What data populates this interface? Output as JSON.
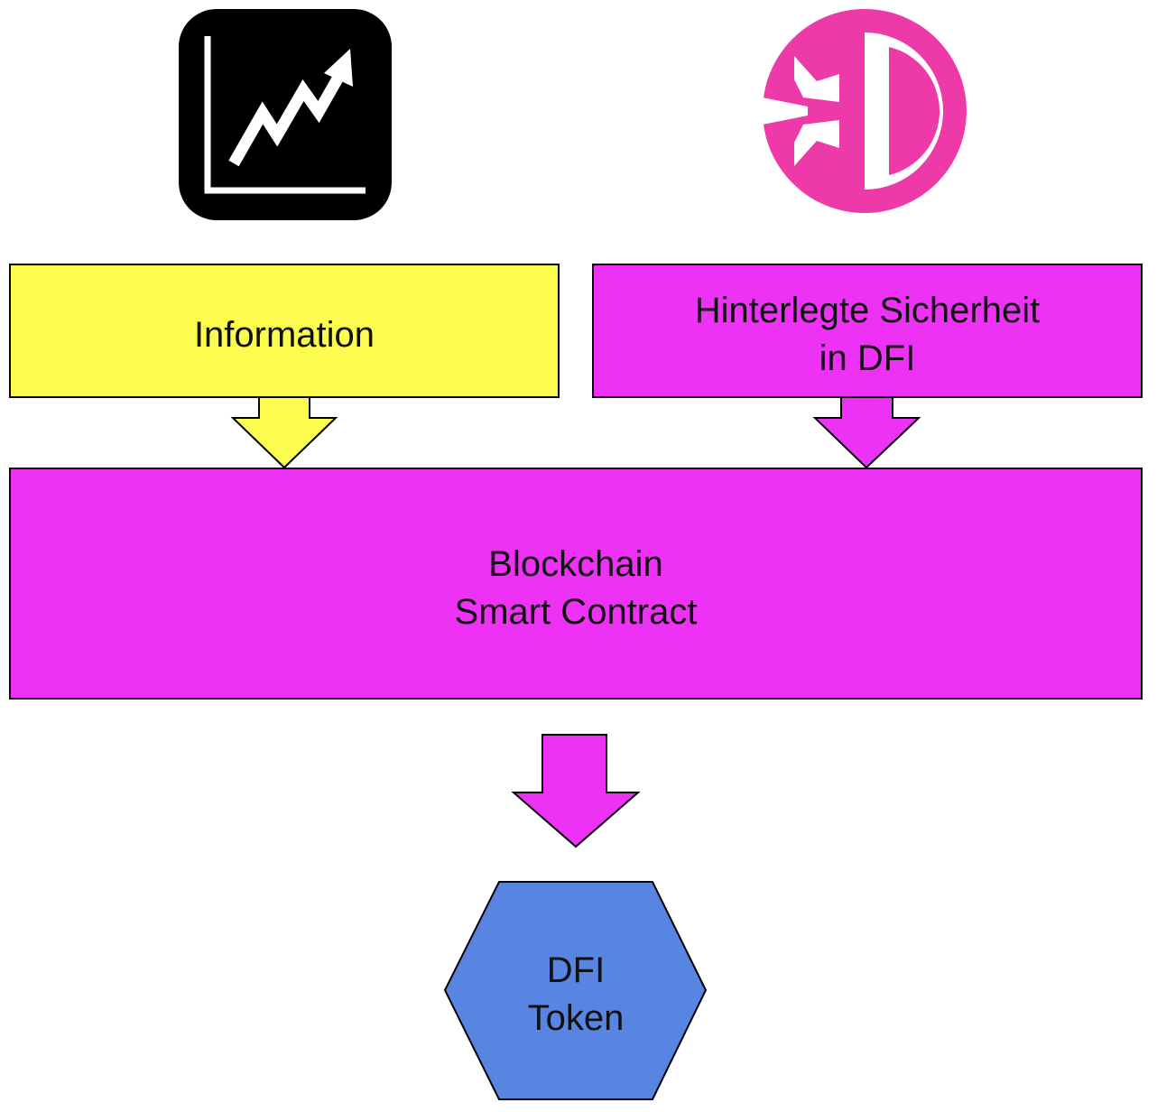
{
  "colors": {
    "yellow": "#fcfc4f",
    "magenta": "#ee32f5",
    "blue": "#5885e1",
    "logo_pink": "#ee3aa8",
    "icon_black": "#000000"
  },
  "icons": {
    "left": "trending-chart-icon",
    "right": "defichain-logo-icon"
  },
  "boxes": {
    "information": {
      "label": "Information"
    },
    "collateral": {
      "line1": "Hinterlegte Sicherheit",
      "line2": "in DFI"
    },
    "blockchain": {
      "line1": "Blockchain",
      "line2": "Smart Contract"
    },
    "token": {
      "line1": "DFI",
      "line2": "Token"
    }
  }
}
